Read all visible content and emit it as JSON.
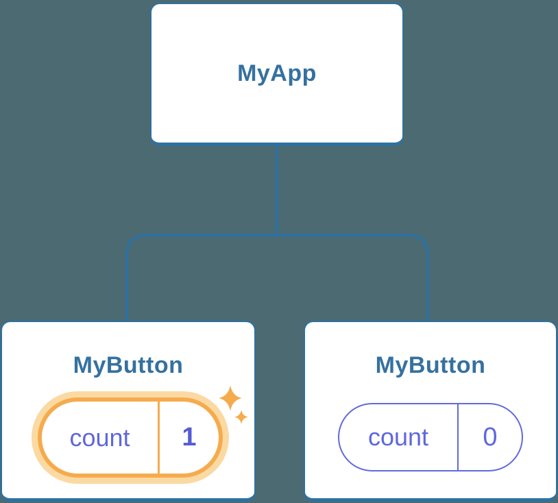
{
  "diagram": {
    "background_color": "#4C6A72",
    "connector_color": "#2E71A0",
    "root_card": {
      "title": "MyApp"
    },
    "left_card": {
      "title": "MyButton",
      "state_pill": {
        "label": "count",
        "value": "1",
        "highlighted": true
      }
    },
    "right_card": {
      "title": "MyButton",
      "state_pill": {
        "label": "count",
        "value": "0",
        "highlighted": false
      }
    },
    "colors": {
      "card_background": "#FFFFFF",
      "card_border": "#2E71A0",
      "title_text": "#35719F",
      "state_label_text": "#5F67DB",
      "updated_value_text": "#545CD4",
      "highlight_orange": "#F5AB4D",
      "highlight_halo": "#FBD9A2",
      "pill_indigo_border": "#6269DC",
      "sparkle": "#F5AB4D"
    }
  }
}
